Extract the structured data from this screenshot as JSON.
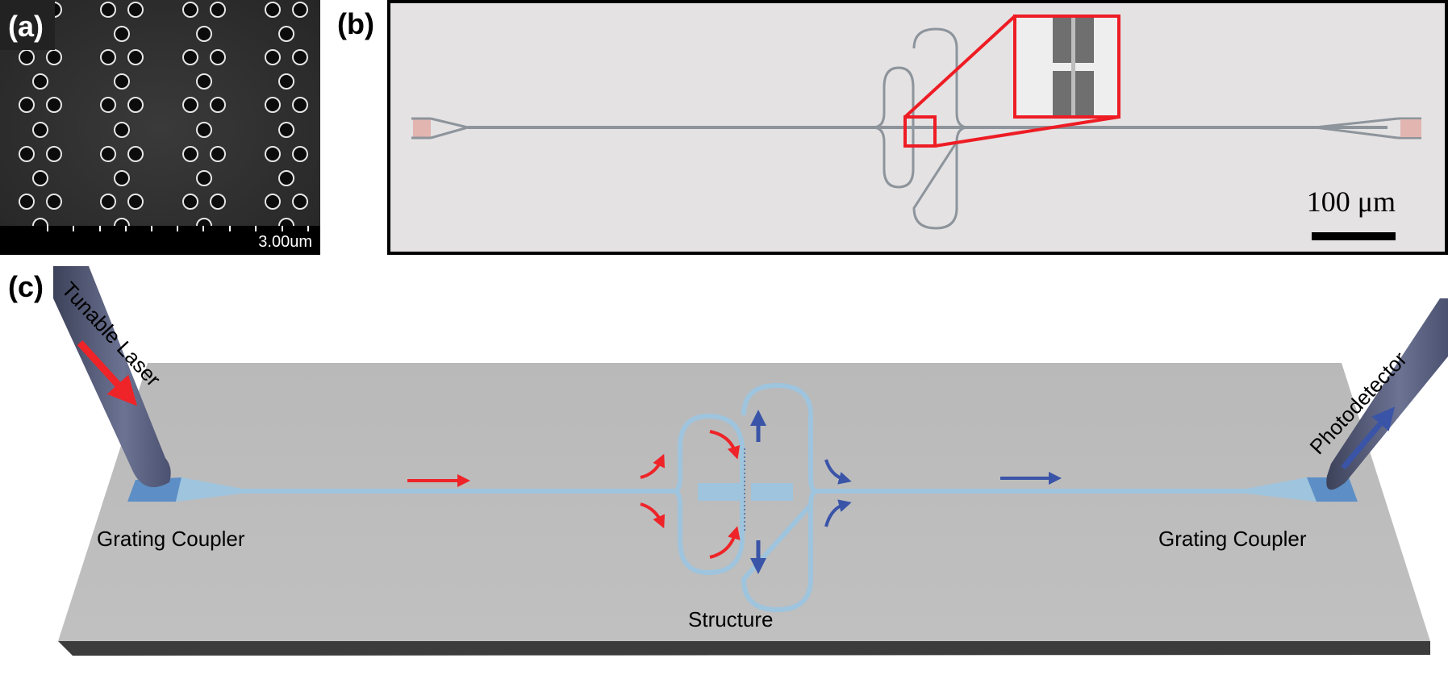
{
  "figure": {
    "panels": [
      {
        "id": "a",
        "label": "(a)",
        "type": "SEM micrograph of photonic crystal hole pattern",
        "scale_bar": "3.00um"
      },
      {
        "id": "b",
        "label": "(b)",
        "type": "optical micrograph of fabricated device",
        "scale_bar": "100 μm"
      },
      {
        "id": "c",
        "label": "(c)",
        "type": "3D schematic of measurement setup"
      }
    ]
  },
  "panel_a": {
    "label": "(a)",
    "scale_label": "3.00um",
    "colors": {
      "background": "#2c2c2c",
      "hole": "#0a0a0a",
      "hole_rim": "#e8e8e8",
      "bar": "#000000"
    }
  },
  "panel_b": {
    "label": "(b)",
    "scale_label": "100 μm",
    "colors": {
      "background": "#e4e2e3",
      "waveguide": "#8a9199",
      "pad": "#e4b4b0",
      "highlight": "#ee1c24",
      "frame": "#000000"
    }
  },
  "panel_c": {
    "label": "(c)",
    "source_label": "Tunable Laser",
    "detector_label": "Photodetector",
    "left_coupler_label": "Grating Coupler",
    "right_coupler_label": "Grating Coupler",
    "structure_label": "Structure",
    "colors": {
      "chip_top": "#bcbcbd",
      "chip_edge": "#3a3a3a",
      "waveguide": "#9ec4de",
      "input_arrow": "#ee2428",
      "output_arrow": "#3a54a8",
      "fiber": "#5a6280"
    }
  }
}
